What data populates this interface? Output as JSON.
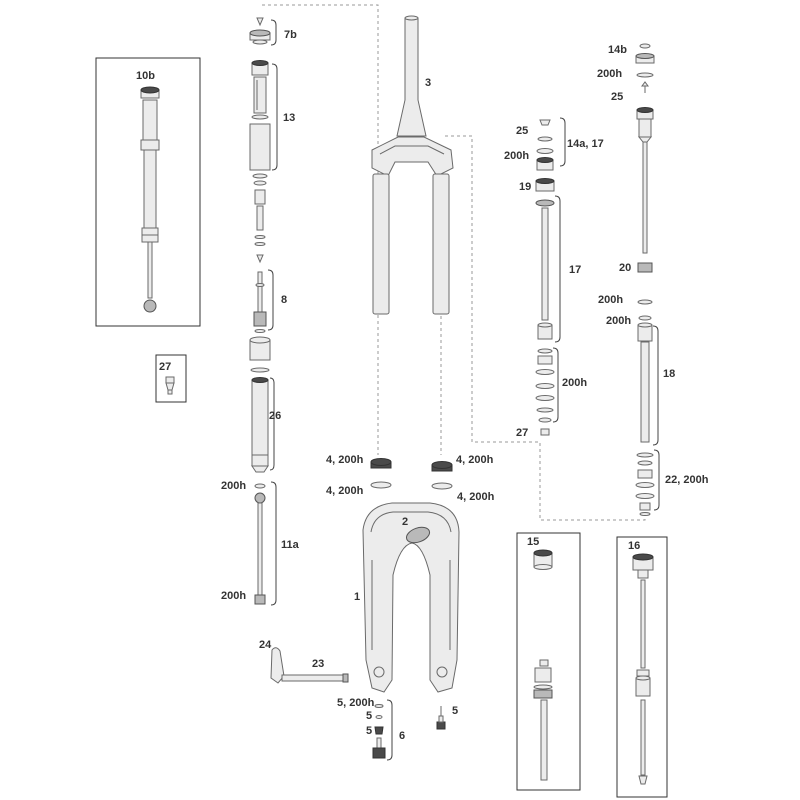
{
  "left_column": {
    "p7b": "7b",
    "p13": "13",
    "p8": "8",
    "p26": "26",
    "grease_top": "200h",
    "p11a": "11a",
    "grease_bottom": "200h"
  },
  "inset_left": {
    "p10b": "10b",
    "p27": "27"
  },
  "crown_steerer": {
    "p3": "3"
  },
  "center_column": {
    "p25": "25",
    "p14a17": "14a, 17",
    "grease1": "200h",
    "p19": "19",
    "p17": "17",
    "grease2": "200h",
    "p27": "27"
  },
  "right_column": {
    "p14b": "14b",
    "grease1": "200h",
    "p25": "25",
    "p20": "20",
    "grease2": "200h",
    "grease3": "200h",
    "p18": "18",
    "p22": "22, 200h"
  },
  "lower_legs": {
    "seal_left_top": "4, 200h",
    "seal_right_top": "4, 200h",
    "seal_left_bottom": "4, 200h",
    "seal_right_bottom": "4, 200h",
    "p2": "2",
    "p1": "1"
  },
  "inset_right": {
    "p15": "15",
    "p16": "16"
  },
  "axle": {
    "p24": "24",
    "p23": "23"
  },
  "hardware": {
    "p5_200h": "5, 200h",
    "p5a": "5",
    "p5b": "5",
    "p6": "6",
    "p5c": "5"
  }
}
